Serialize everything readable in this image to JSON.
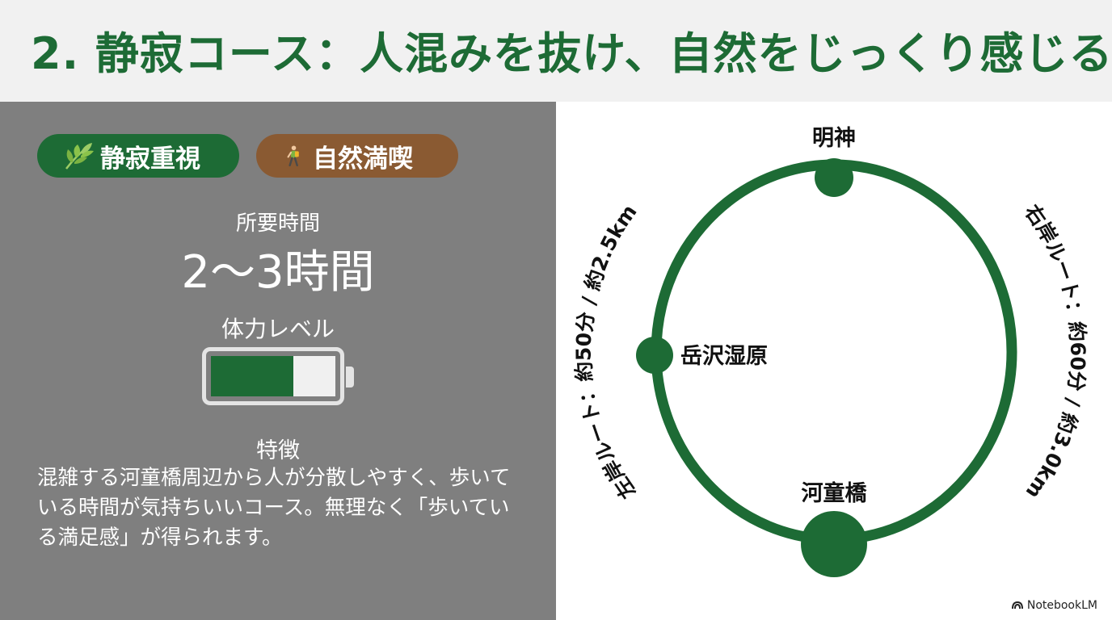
{
  "title": "2. 静寂コース：人混みを抜け、自然をじっくり感じる",
  "tags": [
    {
      "label": "静寂重視",
      "icon": "leaf-icon",
      "color": "#1d6b35"
    },
    {
      "label": "自然満喫",
      "icon": "hiker-icon",
      "color": "#8a5a32"
    }
  ],
  "duration": {
    "label": "所要時間",
    "value": "2〜3時間"
  },
  "stamina": {
    "label": "体力レベル",
    "level_fraction": 0.66
  },
  "feature": {
    "label": "特徴",
    "text": "混雑する河童橋周辺から人が分散しやすく、歩いている時間が気持ちいいコース。無理なく「歩いている満足感」が得られます。"
  },
  "route": {
    "nodes": {
      "top": "明神",
      "left": "岳沢湿原",
      "bottom": "河童橋"
    },
    "left_route": "左岸ルート：約50分 / 約2.5km",
    "right_route": "右岸ルート：約60分 / 約3.0km",
    "color": "#1d6b35"
  },
  "badge": "NotebookLM"
}
